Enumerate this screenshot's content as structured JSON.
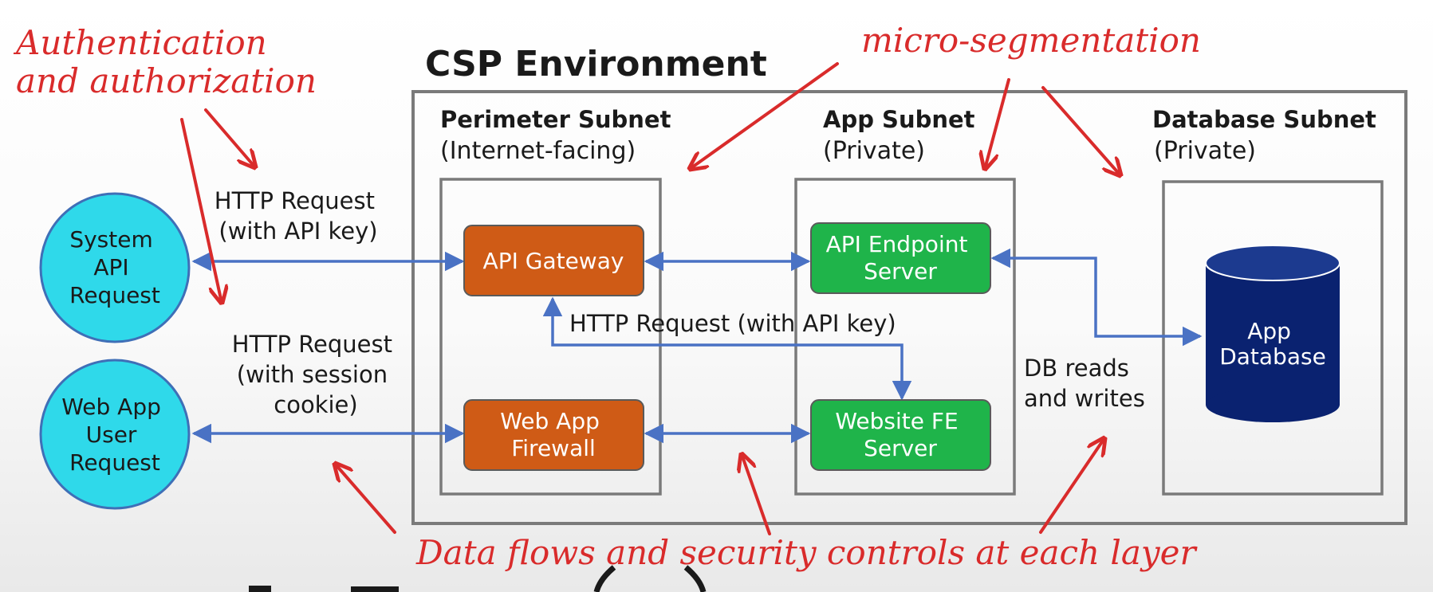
{
  "title": "CSP Environment",
  "annotations": {
    "auth_line1": "Authentication",
    "auth_line2": "and authorization",
    "microseg": "micro-segmentation",
    "dataflows": "Data flows and security controls at each layer"
  },
  "subnets": {
    "perimeter": {
      "name": "Perimeter Subnet",
      "sub": "(Internet-facing)"
    },
    "app": {
      "name": "App Subnet",
      "sub": "(Private)"
    },
    "database": {
      "name": "Database Subnet",
      "sub": "(Private)"
    }
  },
  "clients": {
    "system_api": [
      "System",
      "API",
      "Request"
    ],
    "webapp_user": [
      "Web App",
      "User",
      "Request"
    ]
  },
  "components": {
    "api_gateway": [
      "API Gateway"
    ],
    "waf": [
      "Web App",
      "Firewall"
    ],
    "api_endpoint": [
      "API Endpoint",
      "Server"
    ],
    "website_fe": [
      "Website FE",
      "Server"
    ],
    "app_db": [
      "App",
      "Database"
    ]
  },
  "flow_labels": {
    "http_api_1": "HTTP Request",
    "http_api_2": "(with API key)",
    "http_session_1": "HTTP Request",
    "http_session_2": "(with session",
    "http_session_3": "cookie)",
    "internal_http": "HTTP Request (with API key)",
    "db_rw_1": "DB reads",
    "db_rw_2": "and writes"
  },
  "colors": {
    "client_fill": "#2fd9ea",
    "orange": "#cf5b16",
    "green": "#1fb44a",
    "db_navy": "#0a2270",
    "arrow_blue": "#4a72c4",
    "annotation_red": "#d92b2b",
    "border_gray": "#7a7a7a"
  }
}
